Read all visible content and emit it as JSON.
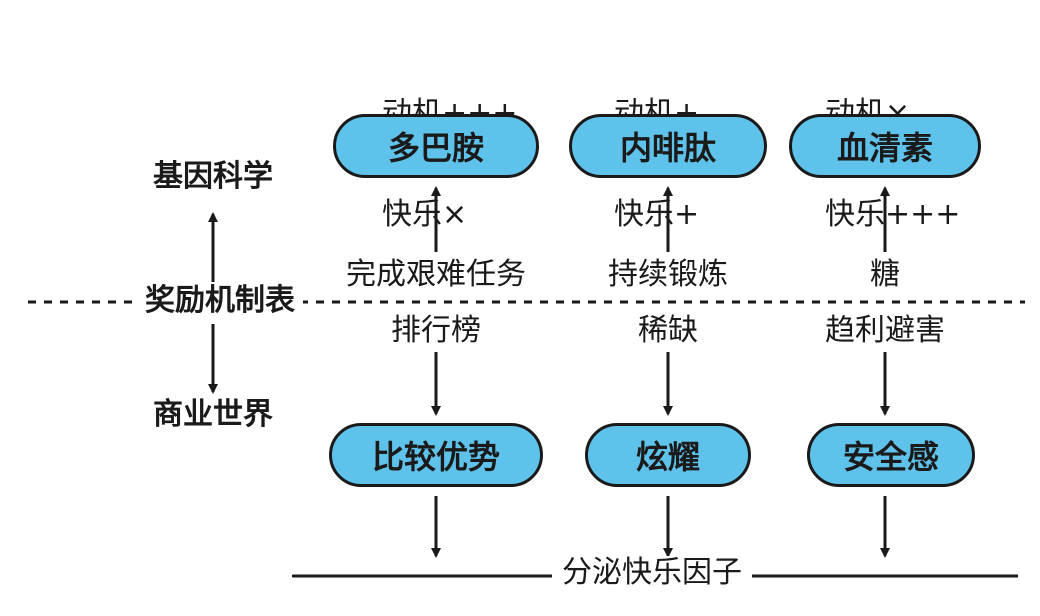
{
  "axis": {
    "center_label": "奖励机制表",
    "top_label": "基因科学",
    "bottom_label": "商业世界"
  },
  "columns": [
    {
      "notes": [
        "动机+++",
        "快乐×"
      ],
      "hormone": "多巴胺",
      "trigger": "完成艰难任务",
      "business_trigger": "排行榜",
      "business_effect": "比较优势"
    },
    {
      "notes": [
        "动机+",
        "快乐+"
      ],
      "hormone": "内啡肽",
      "trigger": "持续锻炼",
      "business_trigger": "稀缺",
      "business_effect": "炫耀"
    },
    {
      "notes": [
        "动机×",
        "快乐+++"
      ],
      "hormone": "血清素",
      "trigger": "糖",
      "business_trigger": "趋利避害",
      "business_effect": "安全感"
    }
  ],
  "footer": {
    "label": "分泌快乐因子"
  },
  "colors": {
    "pill_fill": "#5ec2ea",
    "stroke": "#1a1a1a"
  }
}
